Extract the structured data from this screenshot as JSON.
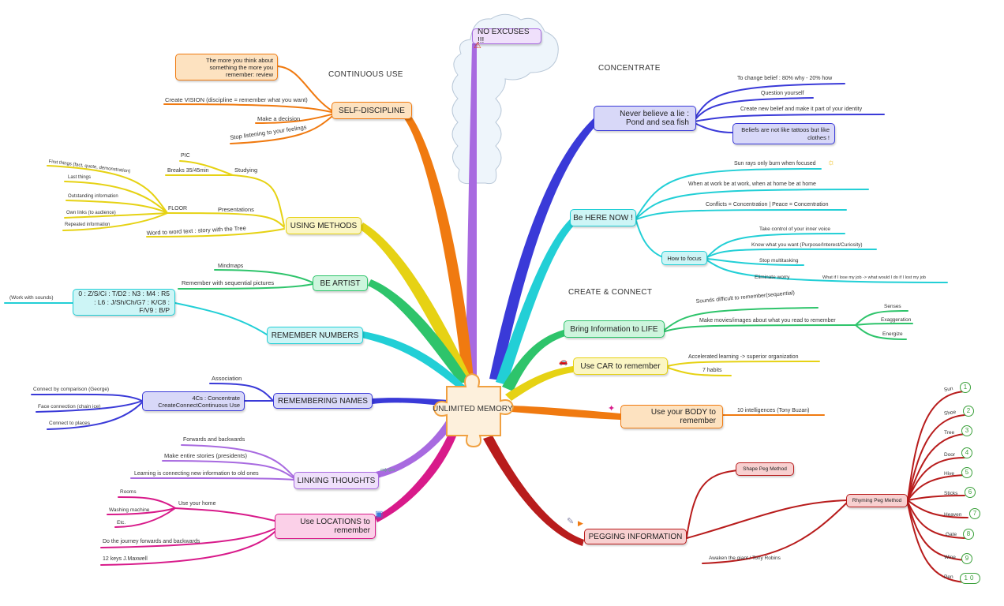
{
  "center": "UNLIMITED MEMORY",
  "sections": {
    "continuous_use": "CONTINUOUS USE",
    "concentrate": "CONCENTRATE",
    "create_connect": "CREATE & CONNECT"
  },
  "branches": {
    "no_excuses": "NO EXCUSES !!!",
    "self_discipline": "SELF-DISCIPLINE",
    "using_methods": "USING METHODS",
    "be_artist": "BE ARTIST",
    "remember_numbers": "REMEMBER NUMBERS",
    "remembering_names": "REMEMBERING NAMES",
    "linking_thoughts": "LINKING THOUGHTS",
    "use_locations": "Use LOCATIONS to remember",
    "never_believe": "Never believe a lie : Pond and sea fish",
    "be_here_now": "Be HERE NOW !",
    "bring_info": "Bring Information to LIFE",
    "use_car": "Use CAR to remember",
    "use_body": "Use your BODY to remember",
    "pegging": "PEGGING INFORMATION"
  },
  "self_discipline": {
    "callout": "The more you think about something the more you remember: review",
    "items": [
      "Create VISION (discipline = remember what you want)",
      "Make a decision",
      "Stop listening to your feelings"
    ]
  },
  "using_methods": {
    "studying": "Studying",
    "pic": "PIC",
    "breaks": "Breaks 35/45min",
    "presentations": "Presentations",
    "floor": "FLOOR",
    "floor_items": [
      "First things (fact, quote, demonstration)",
      "Last things",
      "Outstanding information",
      "Own links (to audience)",
      "Repeated information"
    ],
    "word_to_word": "Word to word text : story with the Tree"
  },
  "be_artist": {
    "items": [
      "Mindmaps",
      "Remember with sequential pictures"
    ]
  },
  "remember_numbers": {
    "code": "0 : Z/S/Ci : T/D2 : N3 : M4 : R5 : L6 : J/Sh/Ch/G7 : K/C8 : F/V9 : B/P",
    "note": "(Work with sounds)"
  },
  "remembering_names": {
    "association": "Association",
    "four_cs": "4Cs : Concentrate CreateConnectContinuous Use",
    "items": [
      "Connect by comparison (George)",
      "Face connection (chain ice)",
      "Connect to places"
    ]
  },
  "linking_thoughts": {
    "items": [
      "Forwards and backwards",
      "Make entire stories (presidents)",
      "Learning is connecting new information to old ones"
    ]
  },
  "use_locations": {
    "use_home": "Use your home",
    "home_items": [
      "Rooms",
      "Washing machine",
      "Etc."
    ],
    "journey": "Do the journey forwards and backwards",
    "keys": "12 keys J.Maxwell"
  },
  "never_believe": {
    "items": [
      "To change belief : 80% why - 20% how",
      "Question yourself",
      "Create new belief and make it part of your identity"
    ],
    "callout": "Beliefs are not like tattoos but like clothes !"
  },
  "be_here_now": {
    "items": [
      "Sun rays only burn when focused",
      "When at work be at work, when at home be at home",
      "Conflicts = Concentration | Peace = Concentration"
    ],
    "how_to_focus": "How to focus",
    "focus_items": [
      "Take control of your inner voice",
      "Know what you want (Purpose/Interest/Curiosity)",
      "Stop multitasking",
      "Eliminate worry"
    ],
    "worry_note": "What if I lose my job -> what would I do if I lost my job"
  },
  "bring_info": {
    "sounds": "Sounds difficult to remember(sequential)",
    "movies": "Make movies/images about what you read to remember",
    "movie_items": [
      "Senses",
      "Exaggeration",
      "Energize"
    ]
  },
  "use_car": {
    "items": [
      "Accelerated learning -> superior organization",
      "7 habits"
    ]
  },
  "use_body": {
    "items": [
      "10 intelligences (Tony Buzan)"
    ]
  },
  "pegging": {
    "shape_peg": "Shape Peg Method",
    "rhyming_peg": "Rhyming Peg Method",
    "awaken": "Awaken the giant / Tony Robins",
    "rhymes": [
      {
        "word": "Sun",
        "num": "1"
      },
      {
        "word": "Shoe",
        "num": "2"
      },
      {
        "word": "Tree",
        "num": "3"
      },
      {
        "word": "Door",
        "num": "4"
      },
      {
        "word": "Hive",
        "num": "5"
      },
      {
        "word": "Sticks",
        "num": "6"
      },
      {
        "word": "Heaven",
        "num": "7"
      },
      {
        "word": "Gate",
        "num": "8"
      },
      {
        "word": "Wine",
        "num": "9"
      },
      {
        "word": "Pen",
        "num": "10"
      }
    ]
  },
  "colors": {
    "orange": "#f07a10",
    "yellow": "#e6d214",
    "green": "#2ec46b",
    "cyan": "#22cfd6",
    "blue": "#3a3ad8",
    "violet": "#a86ae0",
    "magenta": "#d81a8a",
    "red": "#b81c1c"
  },
  "icons": {
    "warning": "warning-icon",
    "sun": "sun-icon",
    "car": "car-icon",
    "person": "person-icon",
    "arrows": "arrows-icon",
    "calendar": "calendar-icon",
    "pen": "pen-icon",
    "flag": "flag-icon"
  }
}
